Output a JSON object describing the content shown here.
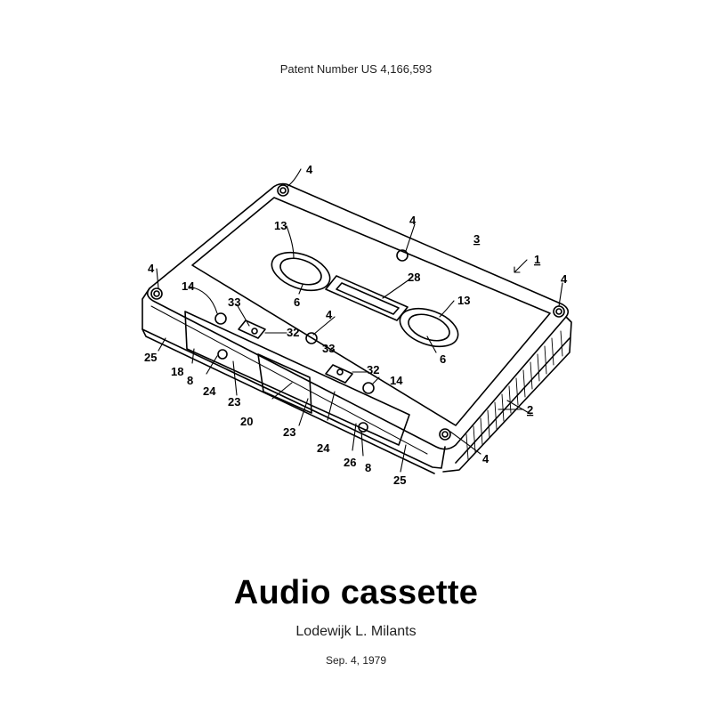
{
  "patent_number": "Patent Number US 4,166,593",
  "title": "Audio cassette",
  "inventor": "Lodewijk L. Milants",
  "date": "Sep. 4, 1979",
  "reference_numerals": [
    "4",
    "4",
    "3",
    "1",
    "4",
    "4",
    "13",
    "28",
    "13",
    "6",
    "6",
    "14",
    "33",
    "32",
    "4",
    "25",
    "18",
    "8",
    "24",
    "23",
    "20",
    "33",
    "32",
    "14",
    "23",
    "24",
    "26",
    "8",
    "25",
    "4",
    "2"
  ]
}
